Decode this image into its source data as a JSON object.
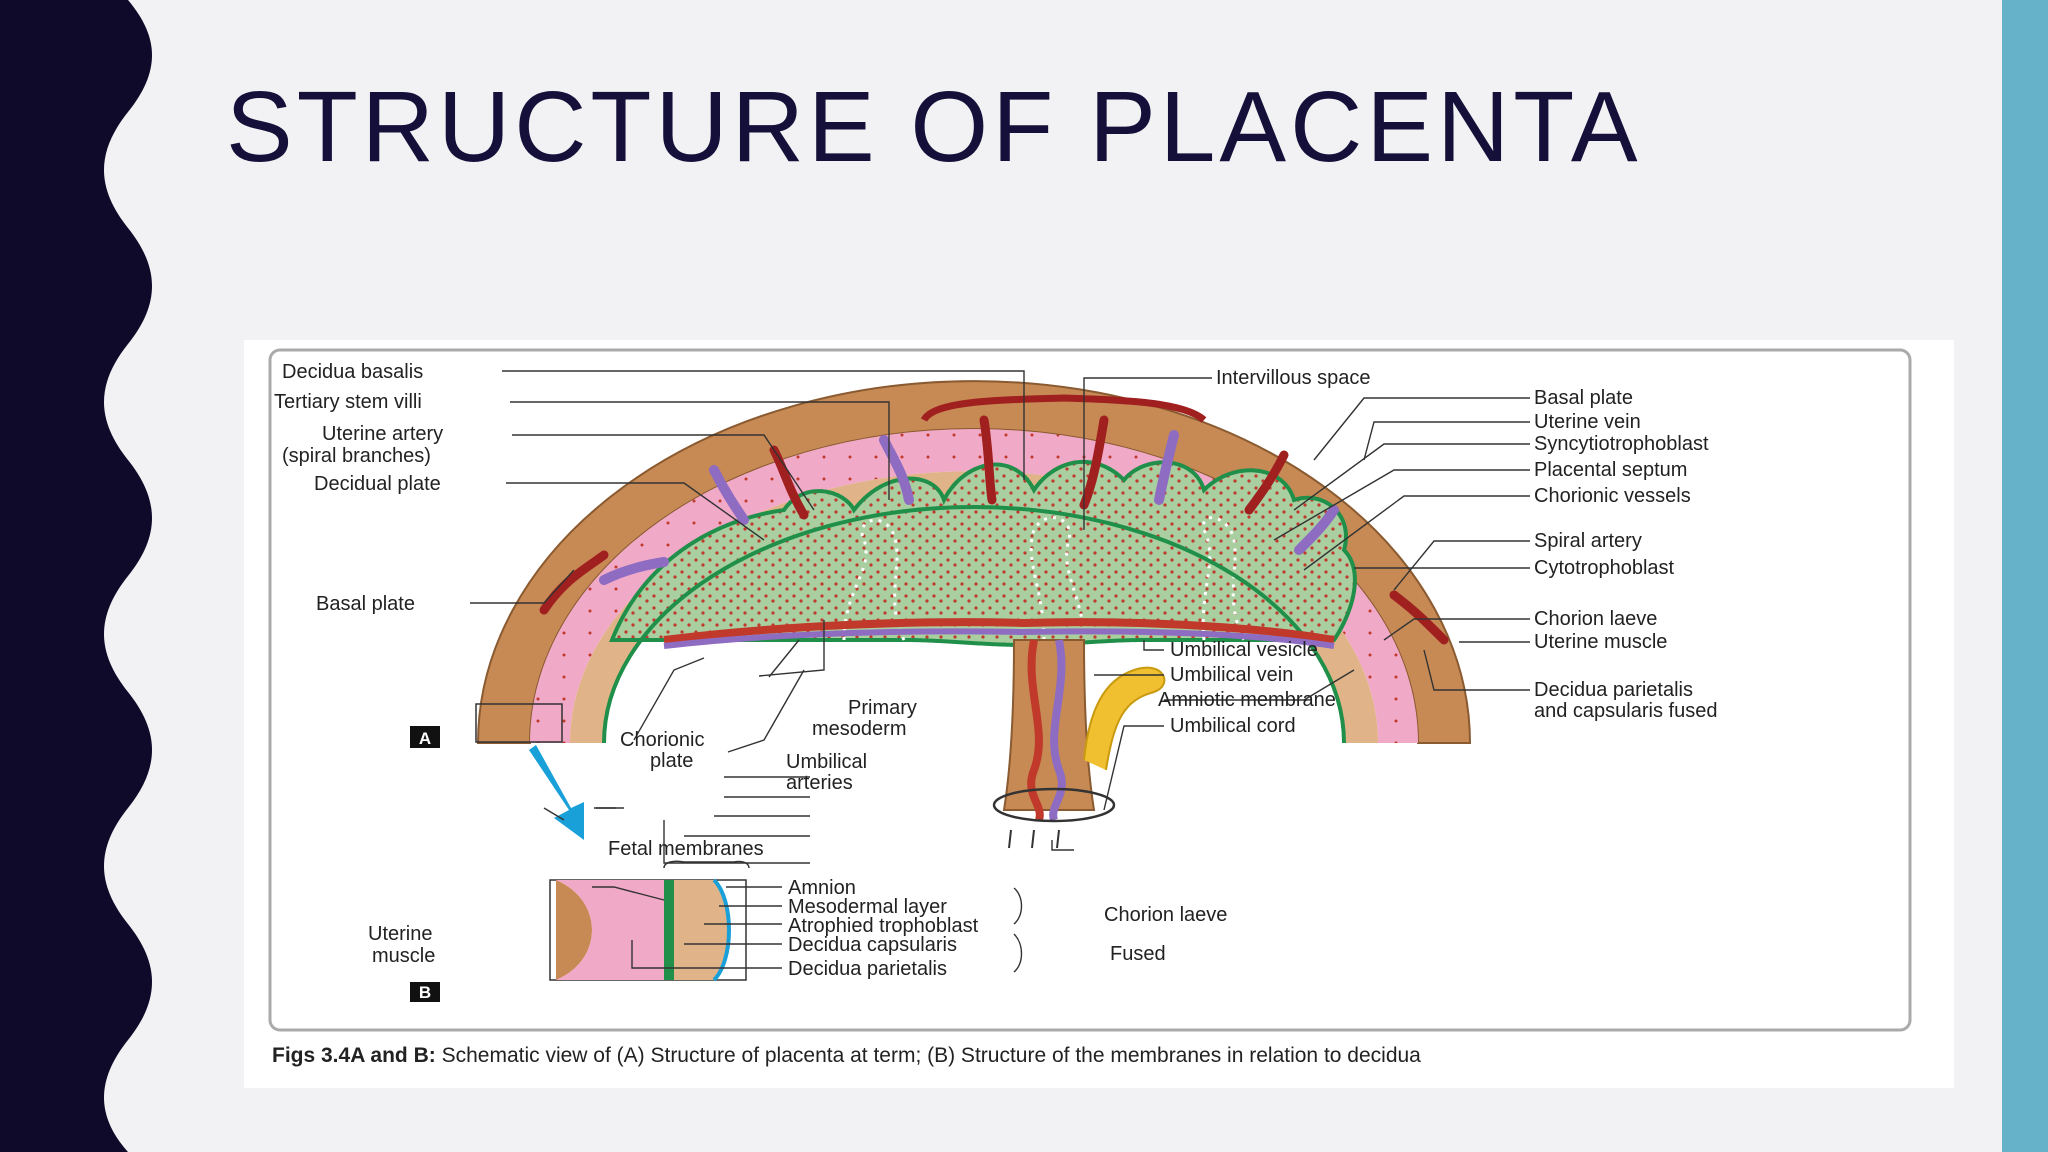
{
  "slide": {
    "title": "STRUCTURE OF PLACENTA",
    "colors": {
      "left_band": "#0f0a2a",
      "right_bar": "#66b2c8",
      "background": "#f2f2f4",
      "title": "#15103a"
    }
  },
  "figure": {
    "labels": {
      "decidua_basalis": "Decidua basalis",
      "tertiary_stem_villi": "Tertiary stem villi",
      "uterine_artery": "Uterine artery",
      "spiral_branches": "(spiral branches)",
      "decidual_plate": "Decidual plate",
      "basal_plate_left": "Basal plate",
      "chorionic_plate_1": "Chorionic",
      "chorionic_plate_2": "plate",
      "primary_mesoderm_1": "Primary",
      "primary_mesoderm_2": "mesoderm",
      "umbilical_arteries_1": "Umbilical",
      "umbilical_arteries_2": "arteries",
      "intervillous_space": "Intervillous space",
      "basal_plate_right": "Basal plate",
      "uterine_vein": "Uterine vein",
      "syncytiotrophoblast": "Syncytiotrophoblast",
      "placental_septum": "Placental septum",
      "chorionic_vessels": "Chorionic vessels",
      "spiral_artery": "Spiral artery",
      "cytotrophoblast": "Cytotrophoblast",
      "chorion_laeve": "Chorion laeve",
      "uterine_muscle": "Uterine muscle",
      "umbilical_vesicle": "Umbilical vesicle",
      "umbilical_vein": "Umbilical vein",
      "amniotic_membrane": "Amniotic membrane",
      "umbilical_cord": "Umbilical cord",
      "decidua_pc_1": "Decidua  parietalis",
      "decidua_pc_2": "and capsularis fused",
      "panel_a": "A",
      "panel_b": "B",
      "fetal_membranes": "Fetal membranes",
      "uterine_muscle_b_1": "Uterine",
      "uterine_muscle_b_2": "muscle",
      "amnion": "Amnion",
      "mesodermal_layer": "Mesodermal layer",
      "atrophied_trophoblast": "Atrophied trophoblast",
      "decidua_capsularis": "Decidua capsularis",
      "decidua_parietalis": "Decidua parietalis",
      "chorion_laeve_b": "Chorion laeve",
      "fused": "Fused"
    },
    "caption": {
      "bold": "Figs 3.4A and B:",
      "text": " Schematic view of (A) Structure of placenta at term; (B) Structure of the membranes in relation to decidua"
    }
  }
}
